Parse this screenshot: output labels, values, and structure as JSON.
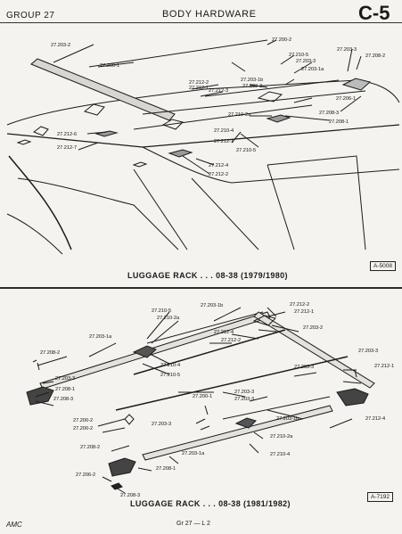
{
  "header": {
    "group": "GROUP 27",
    "title": "BODY HARDWARE",
    "section": "C-5"
  },
  "figure1": {
    "caption": "LUGGAGE RACK . . . 08-38 (1979/1980)",
    "code": "A-5008",
    "labels": [
      "27.203-2",
      "27.200-1",
      "27.200-2",
      "27.203-3",
      "27.208-2",
      "27.210-5",
      "27.203-3",
      "27.203-1a",
      "27.212-2",
      "27.212-1",
      "27.203-1b",
      "27.203-3",
      "27.212-3",
      "27.210-2a",
      "27.206-1",
      "27.208-3",
      "27.208-1",
      "27.210-4",
      "27.212-1",
      "27.212-6",
      "27.212-7",
      "27.210-5",
      "27.212-4",
      "27.212-2"
    ]
  },
  "figure2": {
    "caption": "LUGGAGE RACK . . . 08-38 (1981/1982)",
    "code": "A-7192",
    "labels": [
      "27.210-5",
      "27.210-2a",
      "27.203-1b",
      "27.212-2",
      "27.212-1",
      "27.203-2",
      "27.212-4",
      "27.212-2",
      "27.203-1a",
      "27.208-2",
      "27.203-3",
      "27.208-1",
      "27.208-3",
      "27.210-4",
      "27.210-5",
      "27.200-1",
      "27.203-3",
      "27.203-3",
      "27.212-1",
      "27.203-3",
      "27.203-3",
      "27.200-2",
      "27.200-2",
      "27.203-3",
      "27.203-1b",
      "27.212-4",
      "27.208-2",
      "27.210-2a",
      "27.210-4",
      "27.203-1a",
      "27.208-1",
      "27.206-2",
      "27.208-3"
    ]
  },
  "footer": {
    "brand": "AMC",
    "page": "Gr 27 — L 2"
  }
}
